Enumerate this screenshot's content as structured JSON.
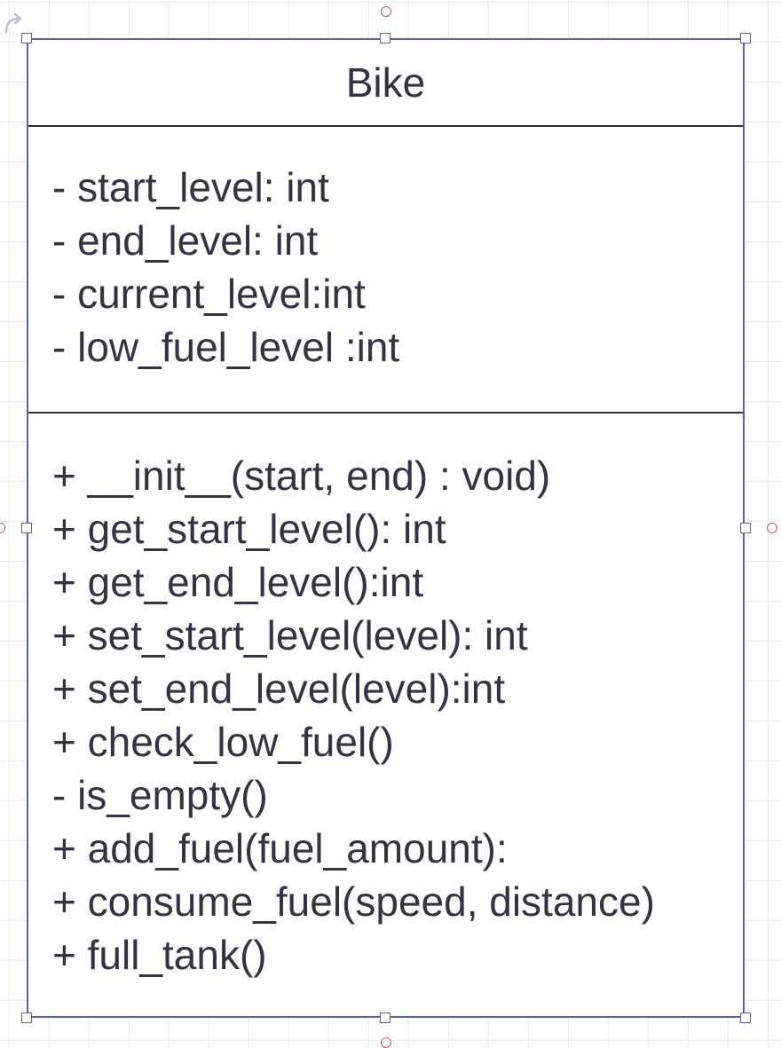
{
  "class": {
    "name": "Bike",
    "attributes": [
      "- start_level: int",
      "- end_level: int",
      "- current_level:int",
      "- low_fuel_level :int"
    ],
    "operations": [
      "+ __init__(start, end) : void)",
      "+ get_start_level(): int",
      "+ get_end_level():int",
      "+ set_start_level(level): int",
      "+ set_end_level(level):int",
      "+ check_low_fuel()",
      "- is_empty()",
      "+ add_fuel(fuel_amount):",
      "+ consume_fuel(speed, distance)",
      "+ full_tank()"
    ]
  },
  "colors": {
    "selection": "#5b5fb0",
    "connection_point": "#d05a6a",
    "text": "#333344",
    "divider": "#333333",
    "grid": "#ececec"
  },
  "icons": {
    "rotate": "rotate-icon",
    "resize": "resize-handle",
    "connection": "connection-point"
  }
}
